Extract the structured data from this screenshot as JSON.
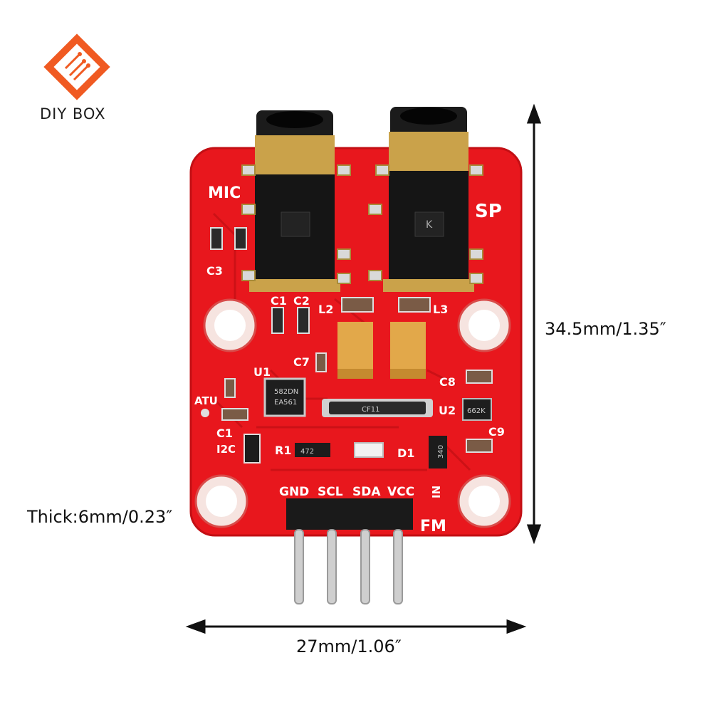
{
  "logo": {
    "text": "DIY BOX",
    "color": "#f05a22"
  },
  "dimensions": {
    "height_label": "34.5mm/1.35″",
    "width_label": "27mm/1.06″",
    "thickness_label": "Thick:6mm/0.23″"
  },
  "board": {
    "color": "#e8171d",
    "jack_labels": {
      "left": "MIC",
      "right": "SP"
    },
    "pin_labels": [
      "GND",
      "SCL",
      "SDA",
      "VCC"
    ],
    "component_labels": [
      "C3",
      "C1",
      "C2",
      "L2",
      "L3",
      "C7",
      "U1",
      "C8",
      "ATU",
      "U2",
      "C1",
      "C9",
      "I2C",
      "R1",
      "D1",
      "IN",
      "FM"
    ],
    "chip_markings": [
      "582DN",
      "EA561",
      "472",
      "CF11",
      "662K",
      "340",
      "K"
    ]
  }
}
